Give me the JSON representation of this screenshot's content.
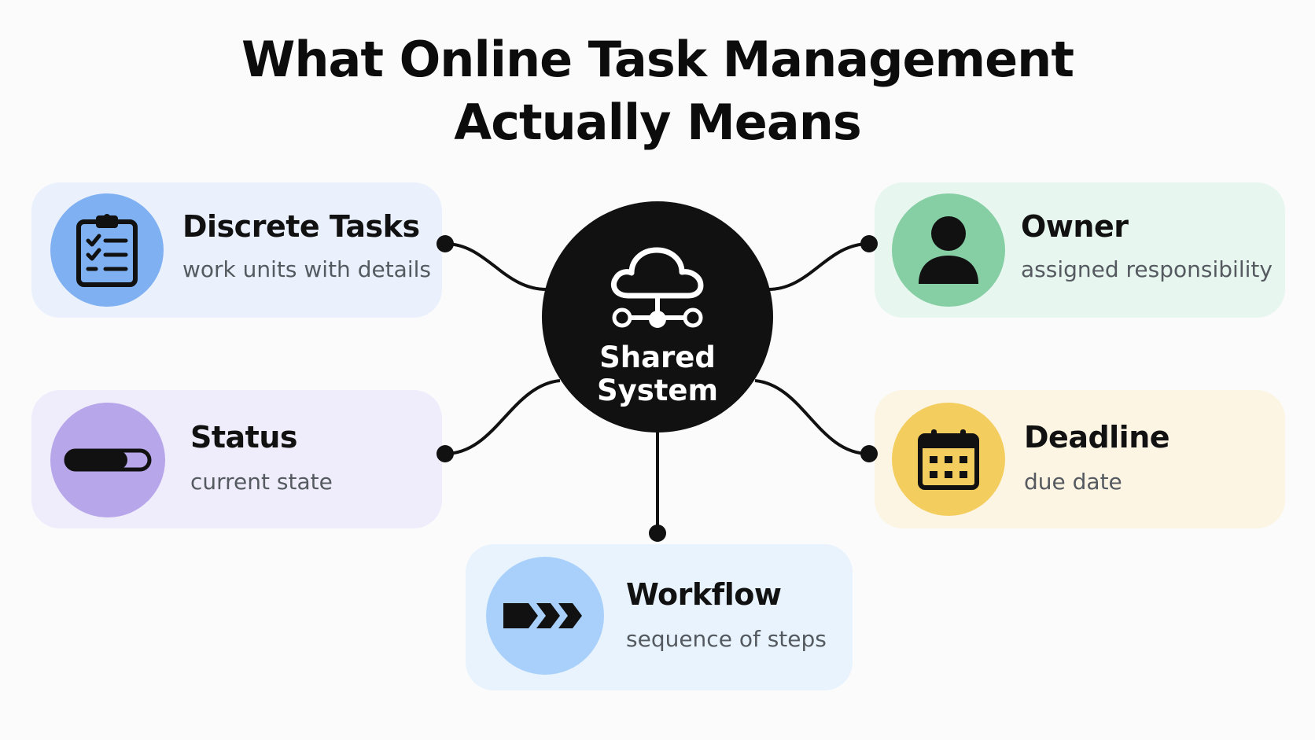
{
  "title": {
    "line1": "What Online Task Management",
    "line2": "Actually Means"
  },
  "hub": {
    "line1": "Shared",
    "line2": "System",
    "icon": "cloud-network-icon"
  },
  "nodes": {
    "discrete_tasks": {
      "title": "Discrete Tasks",
      "subtitle": "work units with details",
      "icon": "clipboard-checklist-icon",
      "color": "#7fb0f2",
      "bg": "#eaf1fd"
    },
    "owner": {
      "title": "Owner",
      "subtitle": "assigned responsibility",
      "icon": "person-icon",
      "color": "#86cea4",
      "bg": "#e7f6ee"
    },
    "status": {
      "title": "Status",
      "subtitle": "current state",
      "icon": "progress-bar-icon",
      "color": "#b8a6ea",
      "bg": "#efedfb"
    },
    "deadline": {
      "title": "Deadline",
      "subtitle": "due date",
      "icon": "calendar-icon",
      "color": "#f3cd5e",
      "bg": "#fdf5e4"
    },
    "workflow": {
      "title": "Workflow",
      "subtitle": "sequence of steps",
      "icon": "chevron-arrows-icon",
      "color": "#a9d0fb",
      "bg": "#e8f3fd"
    }
  }
}
